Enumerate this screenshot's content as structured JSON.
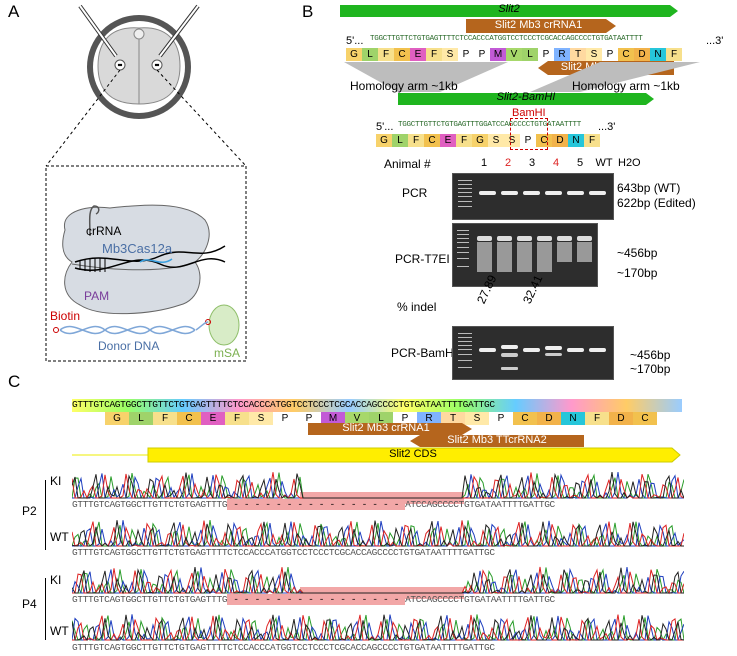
{
  "panels": {
    "a": "A",
    "b": "B",
    "c": "C"
  },
  "panel_a": {
    "crrna": "crRNA",
    "enzyme": "Mb3Cas12a",
    "pam": "PAM",
    "biotin": "Biotin",
    "donor": "Donor DNA",
    "msa": "mSA"
  },
  "panel_b": {
    "gene": "Slit2",
    "crrna1": "Slit2 Mb3 crRNA1",
    "ttcrrna2": "Slit2 Mb3 TTcrRNA2",
    "top_seq_prefix": "5'...",
    "top_seq": "TGGCTTGTTCTGTGAGTTTTCTCCACCCATGGTCCTCCCTCGCACCAGCCCCTGTGATAATTTT",
    "top_seq_suffix": "...3'",
    "top_aa": [
      "G",
      "L",
      "F",
      "C",
      "E",
      "F",
      "S",
      "P",
      "P",
      "M",
      "V",
      "L",
      "P",
      "R",
      "T",
      "S",
      "P",
      "C",
      "D",
      "N",
      "F"
    ],
    "homology_left": "Homology arm ~1kb",
    "homology_right": "Homology arm ~1kb",
    "edited_gene": "Slit2-BamHI",
    "bamhi": "BamHI",
    "bot_seq_prefix": "5'...",
    "bot_seq": "TGGCTTGTTCTGTGAGTTTGGATCCAGCCCCTGTGATAATTTT",
    "bot_seq_suffix": "...3'",
    "bot_aa": [
      "G",
      "L",
      "F",
      "C",
      "E",
      "F",
      "G",
      "S",
      "S",
      "P",
      "C",
      "D",
      "N",
      "F"
    ],
    "animal_label": "Animal #",
    "lanes": [
      "1",
      "2",
      "3",
      "4",
      "5",
      "WT",
      "H2O"
    ],
    "pcr_label": "PCR",
    "pcr_bands": [
      "643bp (WT)",
      "622bp (Edited)"
    ],
    "t7_label": "PCR-T7EI",
    "t7_bands": [
      "~456bp",
      "~170bp"
    ],
    "indel_label": "% indel",
    "indel_values": [
      "27.89",
      "32.41"
    ],
    "bam_label": "PCR-BamHI",
    "bam_bands": [
      "~456bp",
      "~170bp"
    ]
  },
  "panel_c": {
    "seq": "GTTTGTCAGTGGCTTGTTCTGTGAGTTTTCTCCACCCATGGTCCTCCCTCGCACCAGCCCCTGTGATAATTTTGATTGC",
    "aa": [
      "G",
      "L",
      "F",
      "C",
      "E",
      "F",
      "S",
      "P",
      "P",
      "M",
      "V",
      "L",
      "P",
      "R",
      "T",
      "S",
      "P",
      "C",
      "D",
      "N",
      "F",
      "D",
      "C"
    ],
    "crrna1": "Slit2 Mb3 crRNA1",
    "ttcrrna2": "Slit2 Mb3 TTcrRNA2",
    "cds": "Slit2 CDS",
    "p2": "P2",
    "p4": "P4",
    "ki": "KI",
    "wt": "WT",
    "ki_left": "GTTTGTCAGTGGCTTGTTCTGTGAGTTTG",
    "ki_gap": "- - - - - - - - - - - - - - - -",
    "ki_right": "ATCCAGCCCCTGTGATAATTTTGATTGC",
    "wt_seq": "GTTTGTCAGTGGCTTGTTCTGTGAGTTTTCTCCACCCATGGTCCTCCCTCGCACCAGCCCCTGTGATAATTTTGATTGC"
  },
  "colors": {
    "green_bar": "#1fb51f",
    "orange_bar": "#b5651d",
    "yellow_cds": "#ffee00",
    "deletion": "#f2a7a7",
    "gel": "#2d2d2d"
  }
}
